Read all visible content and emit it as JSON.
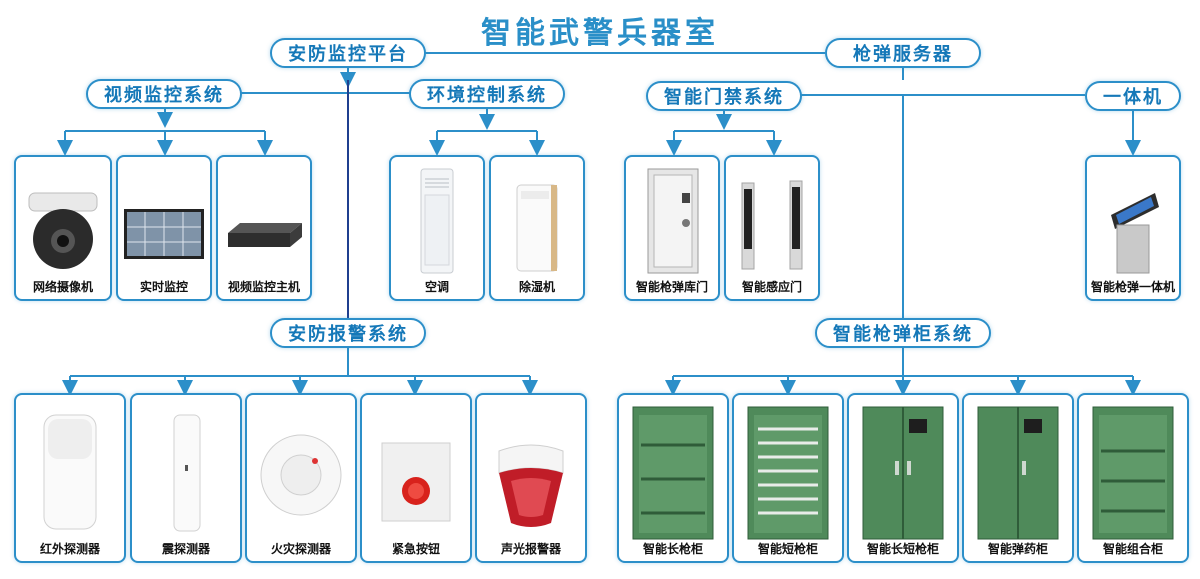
{
  "title": "智能武警兵器室",
  "nodes": {
    "security_platform": "安防监控平台",
    "gun_server": "枪弹服务器",
    "video_system": "视频监控系统",
    "env_system": "环境控制系统",
    "access_system": "智能门禁系统",
    "all_in_one": "一体机",
    "alarm_system": "安防报警系统",
    "cabinet_system": "智能枪弹柜系统"
  },
  "devices": {
    "video": [
      "网络摄像机",
      "实时监控",
      "视频监控主机"
    ],
    "env": [
      "空调",
      "除湿机"
    ],
    "access": [
      "智能枪弹库门",
      "智能感应门"
    ],
    "kiosk": [
      "智能枪弹一体机"
    ],
    "alarm": [
      "红外探测器",
      "震探测器",
      "火灾探测器",
      "紧急按钮",
      "声光报警器"
    ],
    "cabinet": [
      "智能长枪柜",
      "智能短枪柜",
      "智能长短枪柜",
      "智能弹药柜",
      "智能组合柜"
    ]
  },
  "colors": {
    "accent": "#2c8fc9",
    "title": "#2a8fc8",
    "spine": "#1f3f8f",
    "cabinet_green": "#4f8a5a"
  }
}
